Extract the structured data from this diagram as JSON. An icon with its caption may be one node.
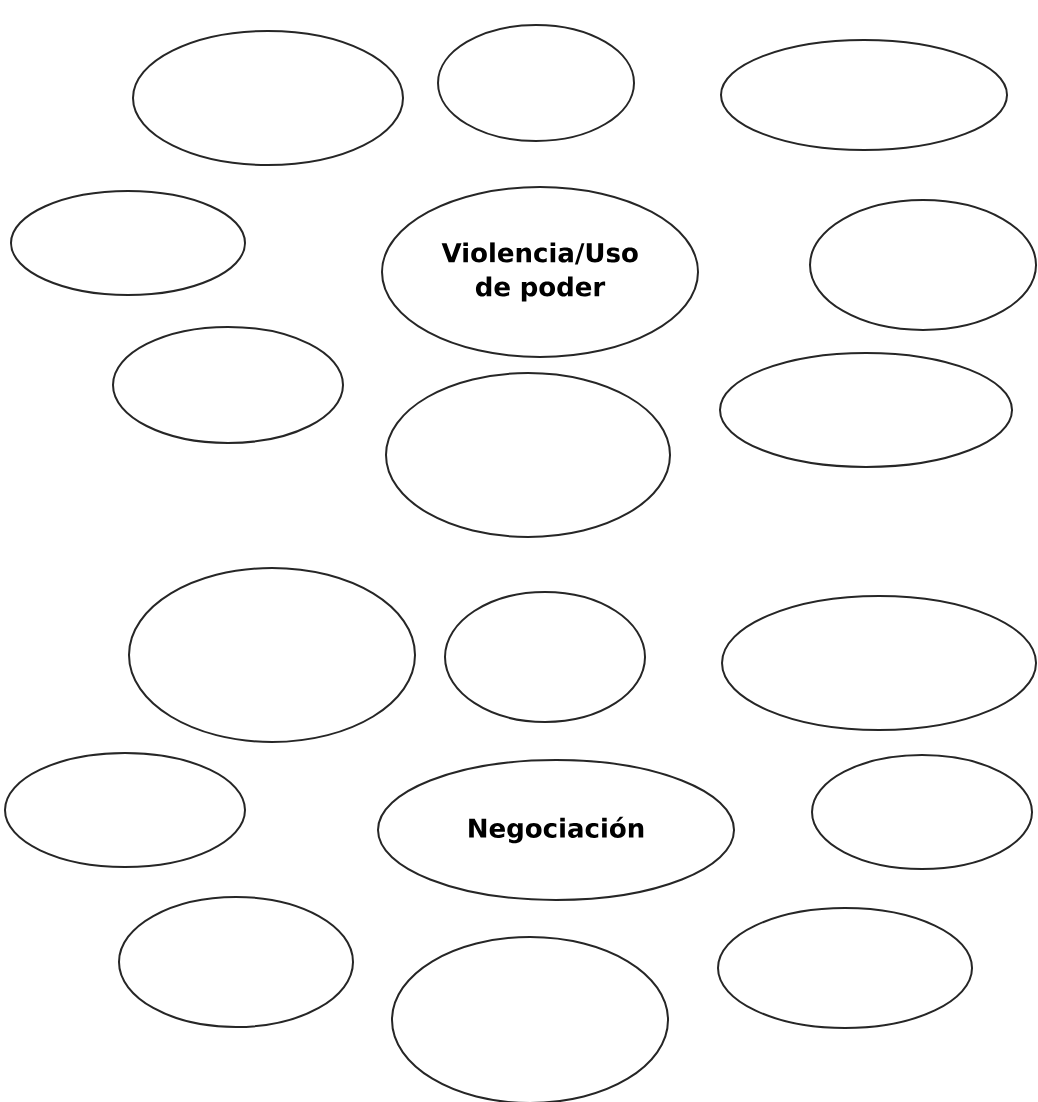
{
  "diagram": {
    "nodes": [
      {
        "text": [],
        "shape": "ellipse"
      },
      {
        "text": [],
        "shape": "ellipse"
      },
      {
        "text": [],
        "shape": "ellipse"
      },
      {
        "text": [],
        "shape": "ellipse"
      },
      {
        "text": [
          "Violencia/Uso de poder"
        ]
      },
      {
        "text": [],
        "shape": "ellipse"
      },
      {
        "text": [],
        "shape": "ellipse"
      },
      {
        "text": [],
        "shape": "ellipse"
      },
      {
        "text": [],
        "shape": "ellipse"
      },
      {
        "text": [],
        "shape": "ellipse"
      },
      {
        "text": [],
        "shape": "ellipse"
      },
      {
        "text": [],
        "shape": "ellipse"
      },
      {
        "text": [],
        "shape": "ellipse"
      },
      {
        "text": [
          "Negociación"
        ]
      },
      {
        "text": [],
        "shape": "ellipse"
      },
      {
        "text": [],
        "shape": "ellipse"
      },
      {
        "text": [],
        "shape": "ellipse"
      },
      {
        "text": [],
        "shape": "ellipse"
      }
    ]
  }
}
